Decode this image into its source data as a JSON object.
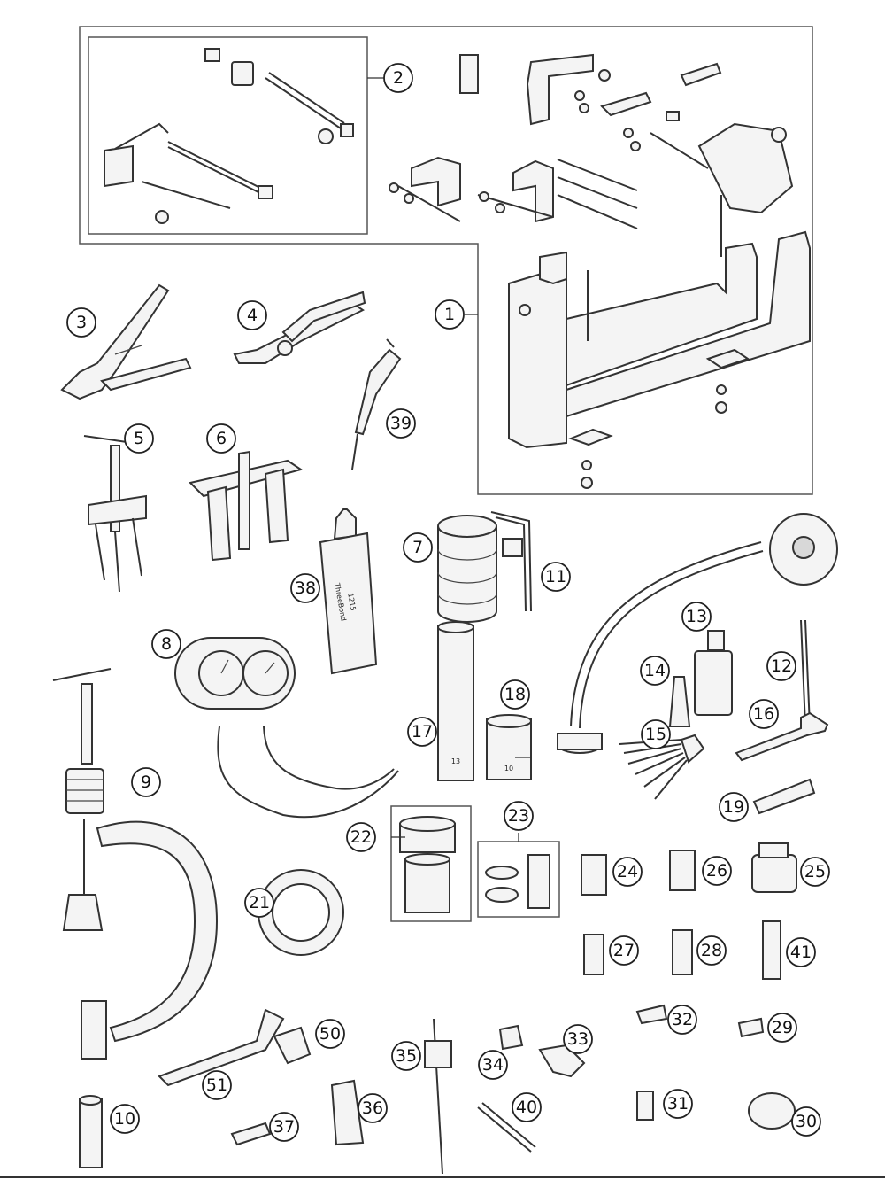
{
  "callouts": [
    {
      "n": "1"
    },
    {
      "n": "2"
    },
    {
      "n": "3"
    },
    {
      "n": "4"
    },
    {
      "n": "5"
    },
    {
      "n": "6"
    },
    {
      "n": "7"
    },
    {
      "n": "8"
    },
    {
      "n": "9"
    },
    {
      "n": "10"
    },
    {
      "n": "11"
    },
    {
      "n": "12"
    },
    {
      "n": "13"
    },
    {
      "n": "14"
    },
    {
      "n": "15"
    },
    {
      "n": "16"
    },
    {
      "n": "17"
    },
    {
      "n": "18"
    },
    {
      "n": "19"
    },
    {
      "n": "21"
    },
    {
      "n": "22"
    },
    {
      "n": "23"
    },
    {
      "n": "24"
    },
    {
      "n": "25"
    },
    {
      "n": "26"
    },
    {
      "n": "27"
    },
    {
      "n": "28"
    },
    {
      "n": "29"
    },
    {
      "n": "30"
    },
    {
      "n": "31"
    },
    {
      "n": "32"
    },
    {
      "n": "33"
    },
    {
      "n": "34"
    },
    {
      "n": "35"
    },
    {
      "n": "36"
    },
    {
      "n": "37"
    },
    {
      "n": "38"
    },
    {
      "n": "39"
    },
    {
      "n": "40"
    },
    {
      "n": "41"
    },
    {
      "n": "50"
    },
    {
      "n": "51"
    }
  ],
  "socket_labels": {
    "s17": "13",
    "s18": "10"
  },
  "tube_label": "ThreeBond",
  "tube_code": "1215"
}
